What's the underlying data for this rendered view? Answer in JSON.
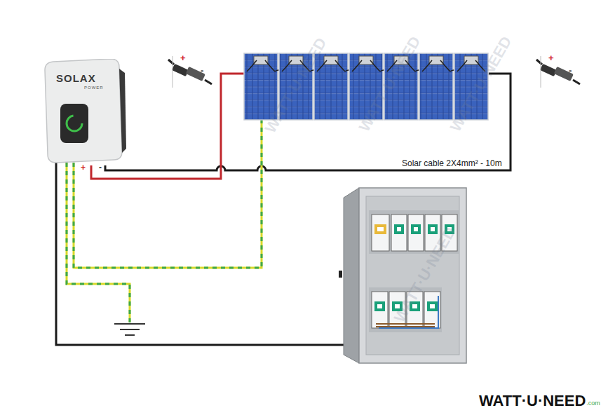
{
  "diagram": {
    "nodes": [
      {
        "text": [
          "SOLAX",
          "POWER"
        ]
      }
    ],
    "labels": [
      "+",
      "-",
      "+",
      "-",
      "+",
      "-",
      "Solar cable 2X4mm² - 10m",
      "WATT·U·NEED",
      "WATT·U·NEED",
      "WATT·U·NEED",
      "WATT·U·NEED",
      "WATT·U·NEED",
      ".com"
    ]
  }
}
